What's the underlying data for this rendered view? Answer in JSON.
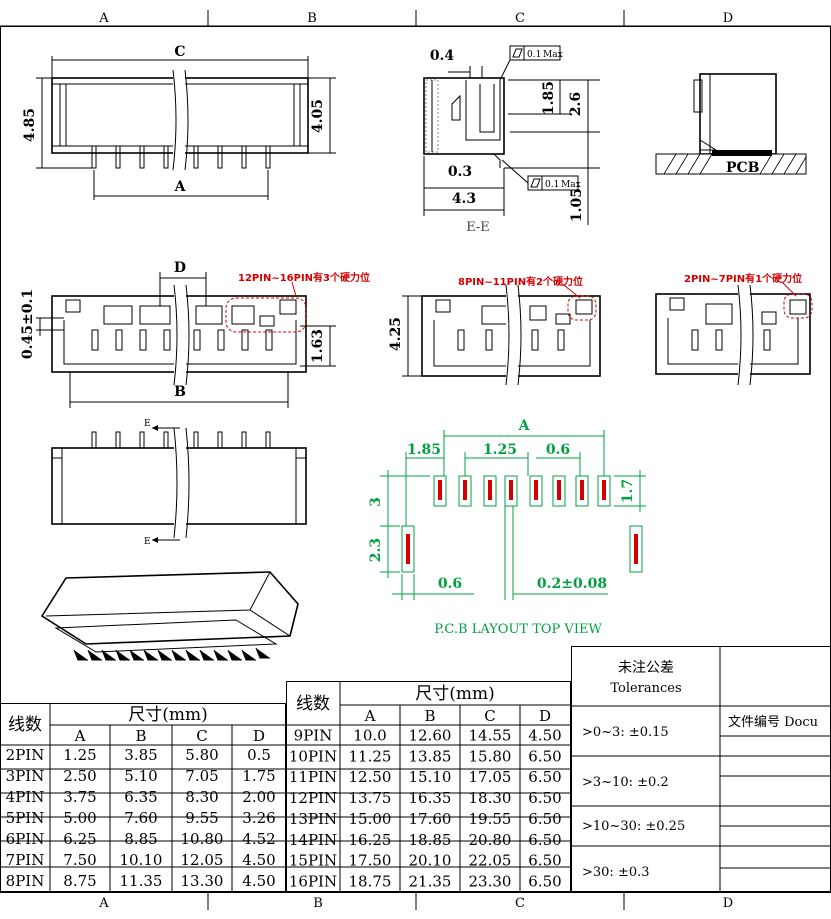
{
  "grid": {
    "columns": [
      "A",
      "B",
      "C",
      "D"
    ]
  },
  "front_view": {
    "dim_overall": "C",
    "dim_pitch_span": "A",
    "dim_height_total": "4.85",
    "dim_height_body": "4.05"
  },
  "section_view": {
    "dim_top": "0.4",
    "flatness_value": "0.1",
    "flatness_suffix": "Max",
    "dim_inner": "1.85",
    "dim_outer": "2.6",
    "dim_offset": "0.3",
    "dim_width": "4.3",
    "dim_leg": "1.05",
    "caption": "E-E"
  },
  "side_view": {
    "pcb_label": "PCB"
  },
  "top_views": {
    "left_note": "12PIN~16PIN有3个硬力位",
    "mid_note": "8PIN~11PIN有2个硬力位",
    "right_note": "2PIN~7PIN有1个硬力位",
    "dim_d": "D",
    "dim_b": "B",
    "dim_gap": "0.45±0.1",
    "dim_pin": "1.63",
    "dim_mid_height": "4.25"
  },
  "bottom_view": {
    "section_mark": "E"
  },
  "pcb_layout": {
    "dim_a": "A",
    "dim_edge": "1.85",
    "dim_pitch": "1.25",
    "dim_pad_w": "0.6",
    "dim_pad_h": "1.7",
    "dim_row": "3",
    "dim_peg": "2.3",
    "dim_peg_w": "0.6",
    "dim_pad_tol": "0.2±0.08",
    "caption": "P.C.B LAYOUT TOP VIEW"
  },
  "dimension_table": {
    "header_pins": "线数",
    "header_size": "尺寸(mm)",
    "cols": [
      "A",
      "B",
      "C",
      "D"
    ],
    "left_rows": [
      [
        "2PIN",
        "1.25",
        "3.85",
        "5.80",
        "0.5"
      ],
      [
        "3PIN",
        "2.50",
        "5.10",
        "7.05",
        "1.75"
      ],
      [
        "4PIN",
        "3.75",
        "6.35",
        "8.30",
        "2.00"
      ],
      [
        "5PIN",
        "5.00",
        "7.60",
        "9.55",
        "3.26"
      ],
      [
        "6PIN",
        "6.25",
        "8.85",
        "10.80",
        "4.52"
      ],
      [
        "7PIN",
        "7.50",
        "10.10",
        "12.05",
        "4.50"
      ],
      [
        "8PIN",
        "8.75",
        "11.35",
        "13.30",
        "4.50"
      ]
    ],
    "right_rows": [
      [
        "9PIN",
        "10.0",
        "12.60",
        "14.55",
        "4.50"
      ],
      [
        "10PIN",
        "11.25",
        "13.85",
        "15.80",
        "6.50"
      ],
      [
        "11PIN",
        "12.50",
        "15.10",
        "17.05",
        "6.50"
      ],
      [
        "12PIN",
        "13.75",
        "16.35",
        "18.30",
        "6.50"
      ],
      [
        "13PIN",
        "15.00",
        "17.60",
        "19.55",
        "6.50"
      ],
      [
        "14PIN",
        "16.25",
        "18.85",
        "20.80",
        "6.50"
      ],
      [
        "15PIN",
        "17.50",
        "20.10",
        "22.05",
        "6.50"
      ],
      [
        "16PIN",
        "18.75",
        "21.35",
        "23.30",
        "6.50"
      ]
    ]
  },
  "tolerances": {
    "title_cn": "未注公差",
    "title_en": "Tolerances",
    "rows": [
      ">0~3: ±0.15",
      ">3~10: ±0.2",
      ">10~30: ±0.25",
      ">30: ±0.3"
    ],
    "doc_label": "文件编号 Docu"
  }
}
